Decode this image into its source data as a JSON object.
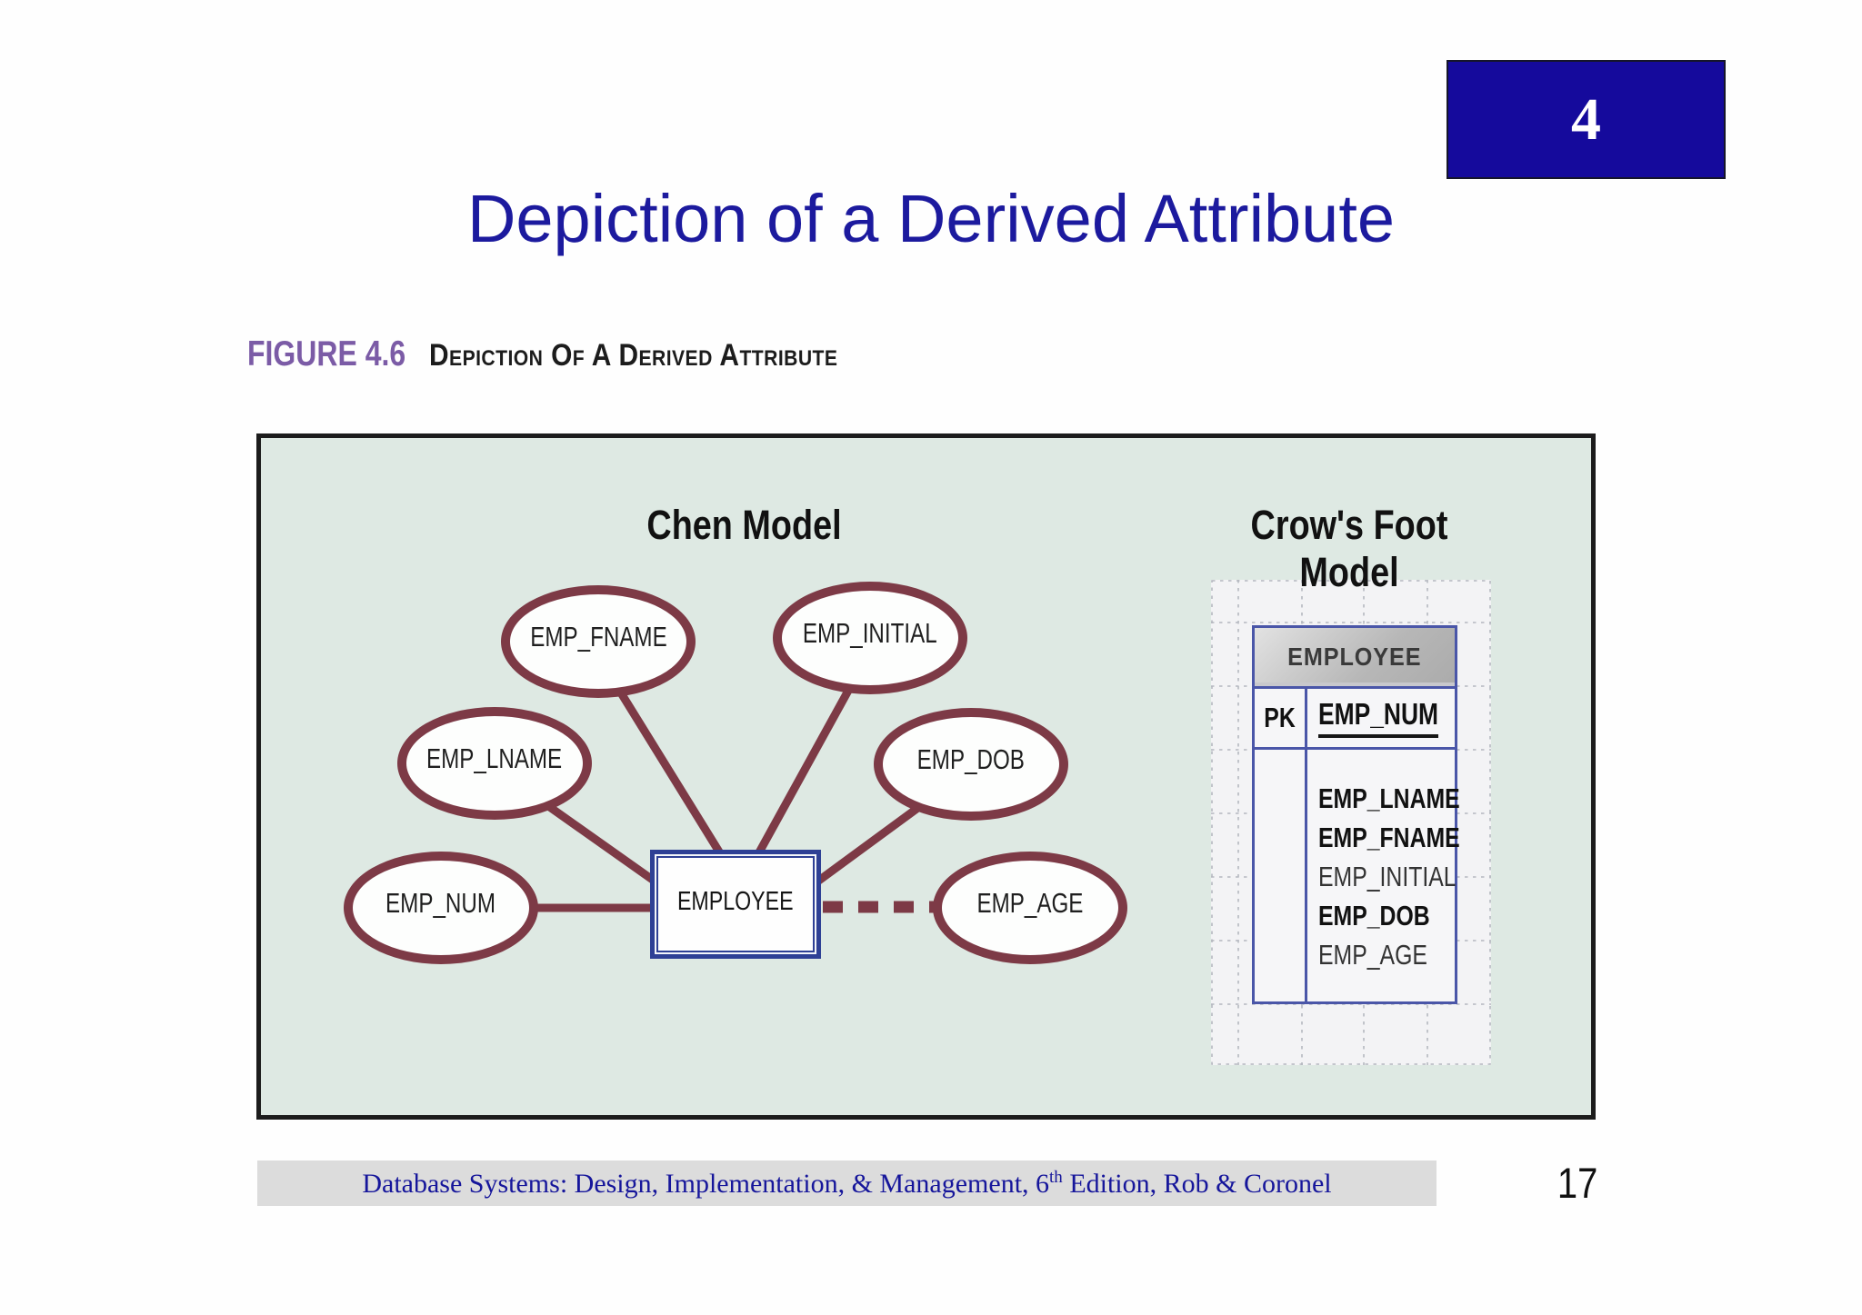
{
  "slide": {
    "badge": "4",
    "title": "Depiction of a Derived Attribute",
    "page_number": "17"
  },
  "caption": {
    "label": "FIGURE 4.6",
    "title": "Depiction Of A Derived Attribute"
  },
  "chen": {
    "heading": "Chen Model",
    "entity_label": "EMPLOYEE",
    "ellipses": [
      {
        "label": "EMP_FNAME"
      },
      {
        "label": "EMP_INITIAL"
      },
      {
        "label": "EMP_LNAME"
      },
      {
        "label": "EMP_DOB"
      },
      {
        "label": "EMP_NUM"
      },
      {
        "label": "EMP_AGE"
      }
    ],
    "derived_attribute": "EMP_AGE"
  },
  "crows": {
    "heading": "Crow's Foot Model",
    "table": {
      "header": "EMPLOYEE",
      "pk_label": "PK",
      "pk_field": "EMP_NUM",
      "fields": [
        {
          "name": "EMP_LNAME",
          "bold": true
        },
        {
          "name": "EMP_FNAME",
          "bold": true
        },
        {
          "name": "EMP_INITIAL",
          "bold": false
        },
        {
          "name": "EMP_DOB",
          "bold": true
        },
        {
          "name": "EMP_AGE",
          "bold": false
        }
      ]
    }
  },
  "footer": {
    "text_before": "Database Systems: Design, Implementation, & Management, 6",
    "superscript": "th",
    "text_after": " Edition, Rob & Coronel"
  },
  "colors": {
    "badge_bg": "#150a9c",
    "title_text": "#1c1a9e",
    "caption_label": "#7b5ba6",
    "panel_bg": "#dee9e3",
    "panel_border": "#1c1c1c",
    "attribute_stroke": "#7d3a46",
    "entity_border": "#2e4095",
    "table_border": "#4a56a8",
    "table_header_bg": "#b9b9b9",
    "canvas_bg": "#f3f3f5",
    "footer_bar_bg": "#dcdcdc",
    "footer_text": "#16169b"
  }
}
